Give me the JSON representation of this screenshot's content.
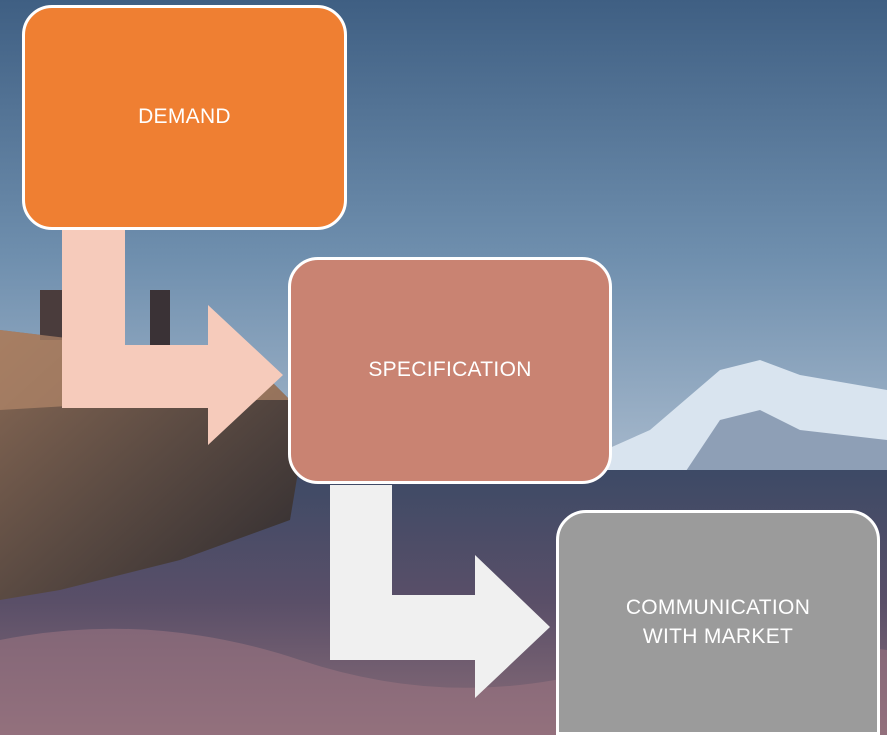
{
  "diagram": {
    "steps": [
      {
        "label": "DEMAND",
        "color": "#ef7f32"
      },
      {
        "label": "SPECIFICATION",
        "color": "#c98372"
      },
      {
        "label": "COMMUNICATION\nWITH MARKET",
        "color": "#9b9b9b"
      }
    ],
    "arrow_colors": [
      "#f6cbbb",
      "#f0f0f0"
    ]
  }
}
